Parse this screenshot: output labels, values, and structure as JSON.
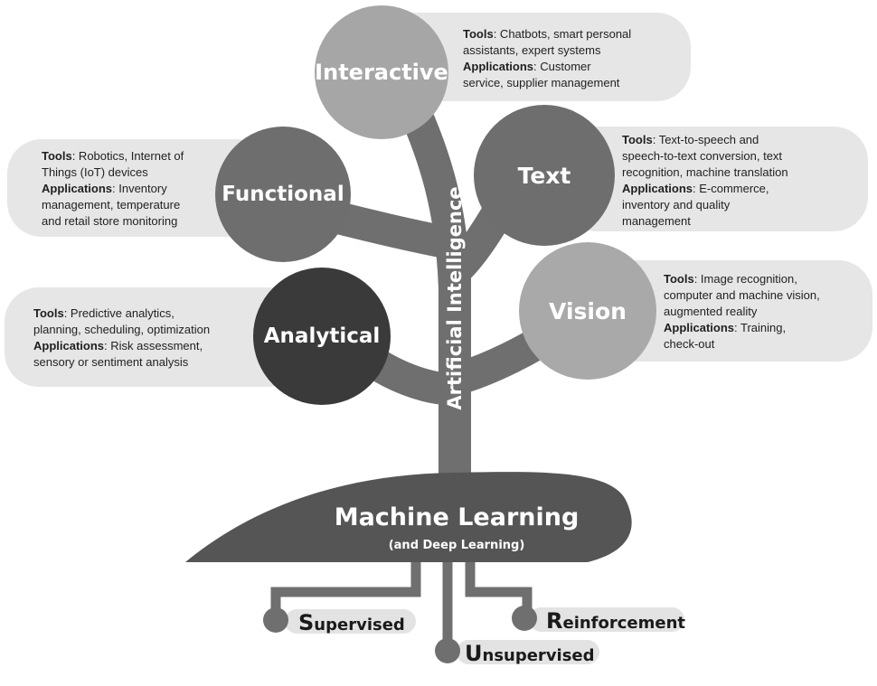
{
  "trunk_label": "Artificial Intelligence",
  "machine_learning": {
    "title": "Machine Learning",
    "subtitle": "(and Deep Learning)"
  },
  "branches": {
    "interactive": {
      "name": "Interactive",
      "tools_label": "Tools",
      "tools_line1": ": Chatbots, smart personal",
      "tools_line2": "assistants, expert systems",
      "apps_label": "Applications",
      "apps_line1": ": Customer",
      "apps_line2": "service, supplier management"
    },
    "functional": {
      "name": "Functional",
      "tools_label": "Tools",
      "tools_line1": ": Robotics, Internet of",
      "tools_line2": "Things (IoT) devices",
      "apps_label": "Applications",
      "apps_line1": ": Inventory",
      "apps_line2": "management, temperature",
      "apps_line3": "and retail store monitoring"
    },
    "text": {
      "name": "Text",
      "tools_label": "Tools",
      "tools_line1": ": Text-to-speech and",
      "tools_line2": "speech-to-text conversion, text",
      "tools_line3": "recognition, machine translation",
      "apps_label": "Applications",
      "apps_line1": ": E-commerce,",
      "apps_line2": "inventory and quality",
      "apps_line3": "management"
    },
    "analytical": {
      "name": "Analytical",
      "tools_label": "Tools",
      "tools_line1": ": Predictive analytics,",
      "tools_line2": "planning, scheduling, optimization",
      "apps_label": "Applications",
      "apps_line1": ": Risk assessment,",
      "apps_line2": "sensory or sentiment analysis"
    },
    "vision": {
      "name": "Vision",
      "tools_label": "Tools",
      "tools_line1": ": Image recognition,",
      "tools_line2": "computer and machine vision,",
      "tools_line3": "augmented reality",
      "apps_label": "Applications",
      "apps_line1": ": Training,",
      "apps_line2": "check-out"
    }
  },
  "roots": {
    "supervised": {
      "initial": "S",
      "rest": "upervised"
    },
    "unsupervised": {
      "initial": "U",
      "rest": "nsupervised"
    },
    "reinforcement": {
      "initial": "R",
      "rest": "einforcement"
    }
  },
  "colors": {
    "interactive": "#a6a6a6",
    "functional": "#6e6e6e",
    "text": "#6e6e6e",
    "analytical": "#3a3a3a",
    "vision": "#a9a9a9",
    "trunk": "#6f6f6f",
    "ml": "#555555",
    "pill": "#e6e6e6"
  }
}
